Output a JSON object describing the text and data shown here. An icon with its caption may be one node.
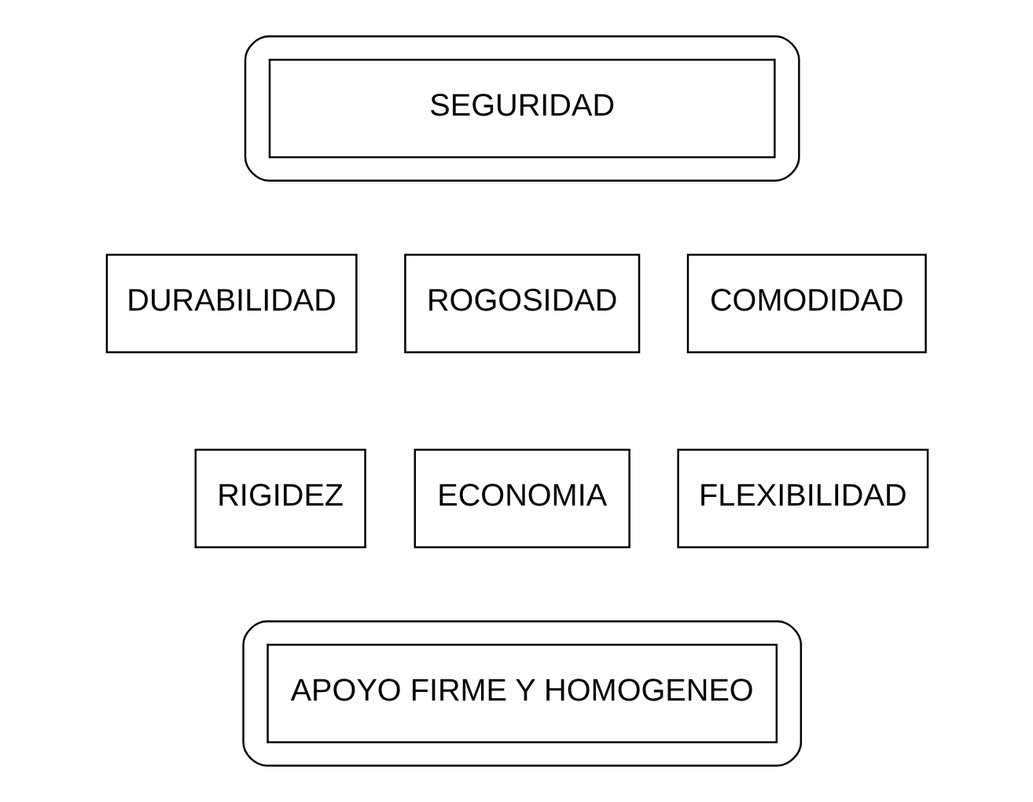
{
  "diagram": {
    "nodes": [
      {
        "text": [],
        "shape": "box"
      },
      {
        "text": [
          "SEGURIDAD"
        ],
        "in": 0
      },
      {
        "text": [
          "DURABILIDAD"
        ]
      },
      {
        "text": [
          "ROGOSIDAD"
        ]
      },
      {
        "text": [
          "COMODIDAD"
        ]
      },
      {
        "text": [
          "RIGIDEZ"
        ]
      },
      {
        "text": [
          "ECONOMIA"
        ]
      },
      {
        "text": [
          "FLEXIBILIDAD"
        ]
      },
      {
        "text": [],
        "shape": "box"
      },
      {
        "text": [
          "APOYO FIRME Y HOMOGENEO"
        ],
        "in": 8
      }
    ]
  }
}
